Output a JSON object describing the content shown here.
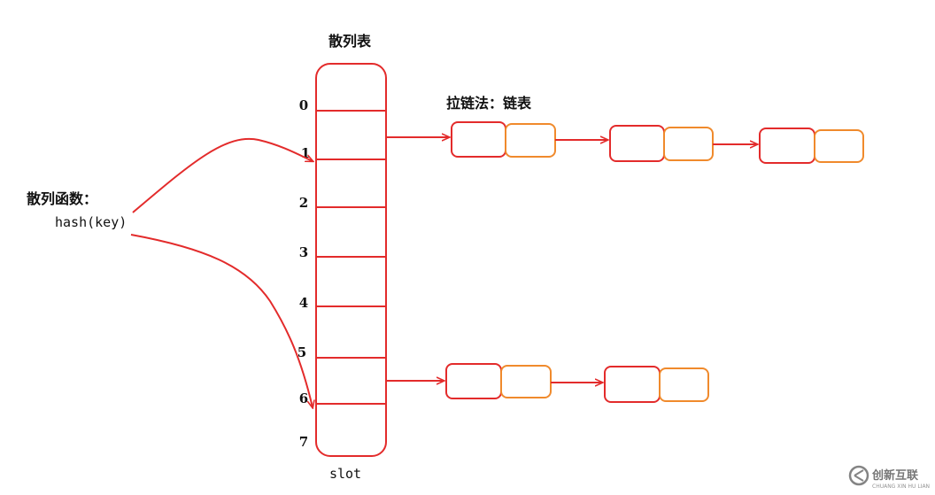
{
  "table_title": "散列表",
  "chain_title": "拉链法：链表",
  "hash_label": "散列函数：",
  "hash_expr": "hash(key)",
  "slot_label": "slot",
  "slot_indices": [
    "0",
    "1",
    "2",
    "3",
    "4",
    "5",
    "6",
    "7"
  ],
  "watermark": "创新互联",
  "watermark_sub": "CHUANG XIN HU LIAN",
  "colors": {
    "red": "#e32b2b",
    "orange": "#f08a2c"
  }
}
